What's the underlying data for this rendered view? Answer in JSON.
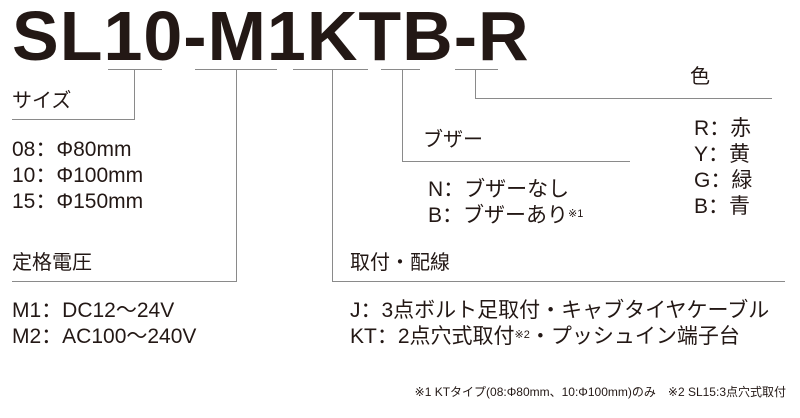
{
  "model_code": "SL10-M1KTB-R",
  "sections": {
    "size": {
      "label": "サイズ",
      "options": [
        "08：Φ80mm",
        "10：Φ100mm",
        "15：Φ150mm"
      ]
    },
    "voltage": {
      "label": "定格電圧",
      "options": [
        "M1：DC12～24V",
        "M2：AC100～240V"
      ]
    },
    "mounting": {
      "label": "取付・配線",
      "options": [
        {
          "text": "J：3点ボルト足取付・キャブタイヤケーブル",
          "sup": ""
        },
        {
          "text": "KT：2点穴式取付",
          "sup": "※2",
          "tail": "・プッシュイン端子台"
        }
      ]
    },
    "buzzer": {
      "label": "ブザー",
      "options": [
        {
          "text": "N：ブザーなし",
          "sup": ""
        },
        {
          "text": "B：ブザーあり",
          "sup": "※1"
        }
      ]
    },
    "color": {
      "label": "色",
      "options": [
        "R：赤",
        "Y：黄",
        "G：緑",
        "B：青"
      ]
    }
  },
  "footnote": "※1 KTタイプ(08:Φ80mm、10:Φ100mm)のみ　※2 SL15:3点穴式取付",
  "colors": {
    "text": "#231815",
    "line": "#8a8a8a"
  }
}
